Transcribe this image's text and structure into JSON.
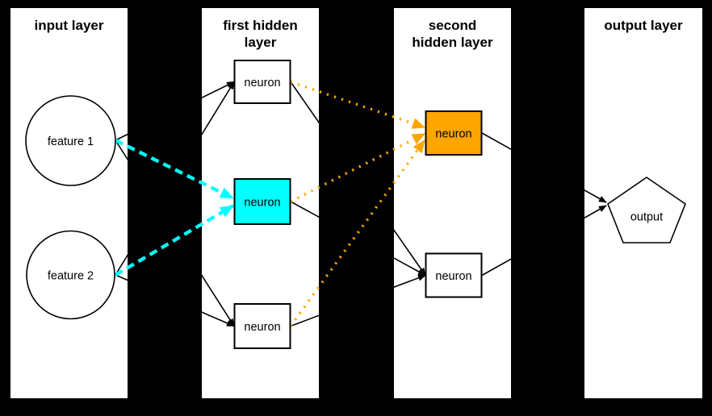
{
  "colors": {
    "background": "#000000",
    "layer_band": "#ffffff",
    "edge_black": "#000000",
    "highlight_cyan": "#00ffff",
    "highlight_orange": "#ffa500",
    "node_fill_default": "#ffffff"
  },
  "layers": {
    "input": {
      "title": "input layer"
    },
    "first_hidden": {
      "title_line1": "first hidden",
      "title_line2": "layer"
    },
    "second_hidden": {
      "title_line1": "second",
      "title_line2": "hidden layer"
    },
    "output": {
      "title": "output layer"
    }
  },
  "nodes": {
    "feature1": {
      "label": "feature 1",
      "shape": "circle"
    },
    "feature2": {
      "label": "feature 2",
      "shape": "circle"
    },
    "hidden1_top": {
      "label": "neuron",
      "shape": "rect",
      "fill": "#ffffff"
    },
    "hidden1_middle": {
      "label": "neuron",
      "shape": "rect",
      "fill": "#00ffff"
    },
    "hidden1_bottom": {
      "label": "neuron",
      "shape": "rect",
      "fill": "#ffffff"
    },
    "hidden2_top": {
      "label": "neuron",
      "shape": "rect",
      "fill": "#ffa500"
    },
    "hidden2_bottom": {
      "label": "neuron",
      "shape": "rect",
      "fill": "#ffffff"
    },
    "output": {
      "label": "output",
      "shape": "pentagon"
    }
  },
  "edges": {
    "black_solid": [
      "feature1->hidden1_top",
      "feature2->hidden1_top",
      "feature1->hidden1_bottom",
      "feature2->hidden1_bottom",
      "hidden1_top->hidden2_bottom",
      "hidden1_middle->hidden2_bottom",
      "hidden1_bottom->hidden2_bottom",
      "hidden2_top->output",
      "hidden2_bottom->output"
    ],
    "cyan_dashed": [
      "feature1->hidden1_middle",
      "feature2->hidden1_middle"
    ],
    "orange_dotted": [
      "hidden1_top->hidden2_top",
      "hidden1_middle->hidden2_top",
      "hidden1_bottom->hidden2_top"
    ]
  }
}
